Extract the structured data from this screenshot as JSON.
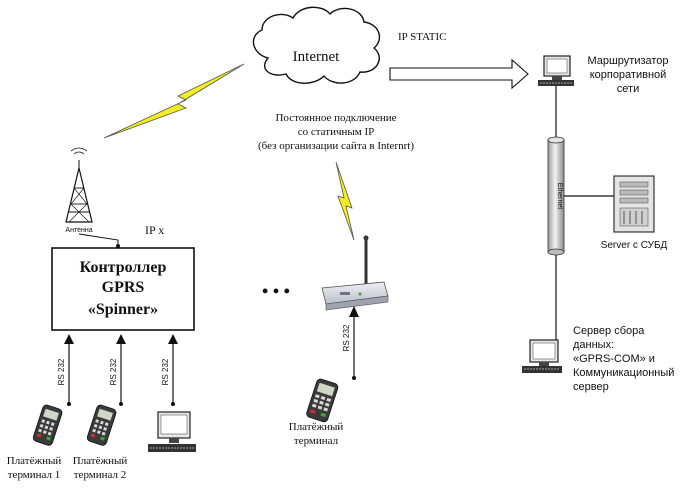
{
  "cloud": {
    "label": "Internet"
  },
  "ip_static": "IP STATIC",
  "connection_note": {
    "line1": "Постоянное подключение",
    "line2": "со статичным IP",
    "line3": "(без организации сайта в Internrt)"
  },
  "router": {
    "line1": "Маршрутизатор",
    "line2": "корпоративной",
    "line3": "сети"
  },
  "ethernet": "Ethernet",
  "db_server": "Server с СУБД",
  "collector": {
    "line1": "Сервер сбора",
    "line2": "данных:",
    "line3": "«GPRS-COM» и",
    "line4": "Коммуникационный",
    "line5": "сервер"
  },
  "antenna": "Антенна",
  "ip_x": "IP x",
  "controller": {
    "line1": "Контроллер",
    "line2": "GPRS",
    "line3": "«Spinner»"
  },
  "ellipsis": "• • •",
  "rs232": "RS 232",
  "terminals": [
    {
      "line1": "Платёжный",
      "line2": "терминал 1"
    },
    {
      "line1": "Платёжный",
      "line2": "терминал 2"
    }
  ],
  "modem_terminal": {
    "line1": "Платёжный",
    "line2": "терминал"
  },
  "colors": {
    "bolt": "#f2ee22",
    "bolt_stroke": "#555555",
    "pipe": "#d8d8d8",
    "line": "#111111"
  }
}
